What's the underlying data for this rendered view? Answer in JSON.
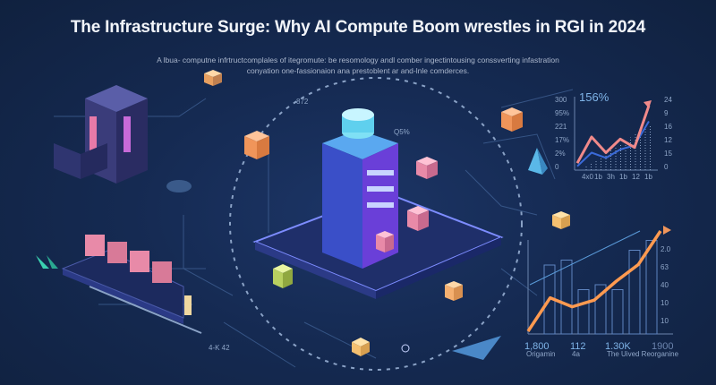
{
  "header": {
    "title": "The Infrastructure Surge: Why AI Compute Boom wrestles in RGI in 2024",
    "subtitle_line1": "A lbua- computne infrtructcomplales of itegromute: be resomology andl comber ingectintousing conssverting infastration",
    "subtitle_line2": "conyation one-fassionaion ana prestoblent ar and-lnle comderces."
  },
  "diagram": {
    "labels": {
      "top_value": "872",
      "ring_value": "Q5%",
      "bottom_left": "4-K 42"
    },
    "colors": {
      "background": "#13254a",
      "accent_orange": "#f0955a",
      "accent_pink": "#e88aa8",
      "accent_cyan": "#4fd0f0",
      "accent_purple": "#7a5cff"
    }
  },
  "chart_top": {
    "headline": "156%",
    "left_ticks": [
      "300",
      "95%",
      "221",
      "17%",
      "2%",
      "0"
    ],
    "right_ticks": [
      "24",
      "9",
      "16",
      "12",
      "15",
      "0"
    ],
    "x_ticks": [
      "4x0",
      "1b",
      "3h",
      "1b",
      "12",
      "1b"
    ],
    "series_pink": [
      5,
      30,
      15,
      28,
      20,
      60
    ],
    "series_blue": [
      2,
      15,
      10,
      18,
      22,
      45
    ]
  },
  "chart_bottom": {
    "right_ticks": [
      "2.0",
      "63",
      "40",
      "10",
      "10"
    ],
    "stats": [
      {
        "value": "1,800",
        "label": "Origamin"
      },
      {
        "value": "112",
        "label": "4a"
      },
      {
        "value": "1.30K",
        "label": "The Uived Reorganine"
      },
      {
        "value": "1900",
        "label": ""
      }
    ],
    "series_orange": [
      0,
      30,
      22,
      28,
      45,
      60,
      90
    ],
    "bars": [
      70,
      75,
      45,
      50,
      45,
      85,
      95
    ]
  }
}
